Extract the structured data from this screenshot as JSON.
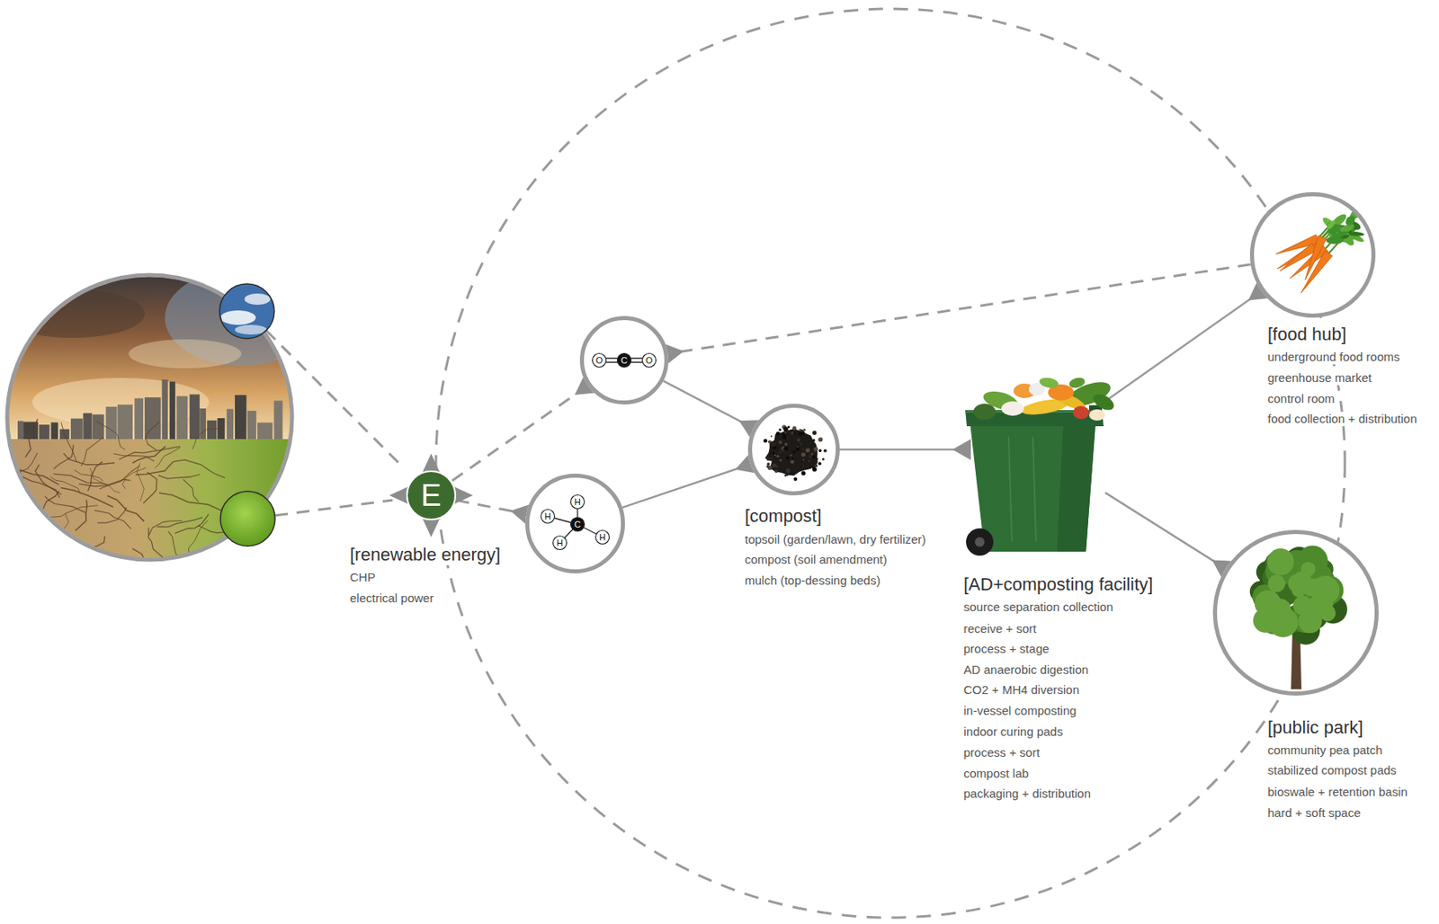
{
  "diagram": {
    "nodes": [
      {
        "text": [
          "E",
          "[renewable energy]",
          "CHP",
          "electrical power"
        ]
      },
      {
        "text": [
          "O",
          "C",
          "O"
        ]
      },
      {
        "text": [
          "H",
          "H",
          "C",
          "H",
          "H"
        ]
      },
      {
        "text": [
          "[compost]",
          "topsoil (garden/lawn, dry fertilizer)",
          "compost (soil amendment)",
          "mulch (top-dessing beds)"
        ]
      },
      {
        "text": [
          "[AD+composting facility]",
          "source separation collection",
          "receive + sort",
          "process + stage",
          "AD anaerobic digestion",
          "CO2 + MH4 diversion",
          "in-vessel composting",
          "indoor curing pads",
          "process + sort",
          "compost lab",
          "packaging + distribution"
        ]
      },
      {
        "text": [
          "[food hub]",
          "underground food rooms",
          "greenhouse market",
          "control room",
          "food collection + distribution"
        ]
      },
      {
        "text": [
          "[public park]",
          "community pea patch",
          "stabilized compost pads",
          "bioswale + retention basin",
          "hard + soft space"
        ]
      }
    ],
    "edges": [
      {
        "from": 0,
        "to": 1,
        "arrow": "to"
      },
      {
        "from": 0,
        "to": 2,
        "arrow": "to"
      },
      {
        "from": 1,
        "to": 3,
        "arrow": "to"
      },
      {
        "from": 2,
        "to": 3,
        "arrow": "to"
      },
      {
        "from": 3,
        "to": 4,
        "arrow": "to"
      },
      {
        "from": 4,
        "to": 5,
        "arrow": "to"
      },
      {
        "from": 4,
        "to": 6,
        "arrow": "to"
      },
      {
        "from": 5,
        "to": 1,
        "arrow": "to"
      }
    ]
  }
}
